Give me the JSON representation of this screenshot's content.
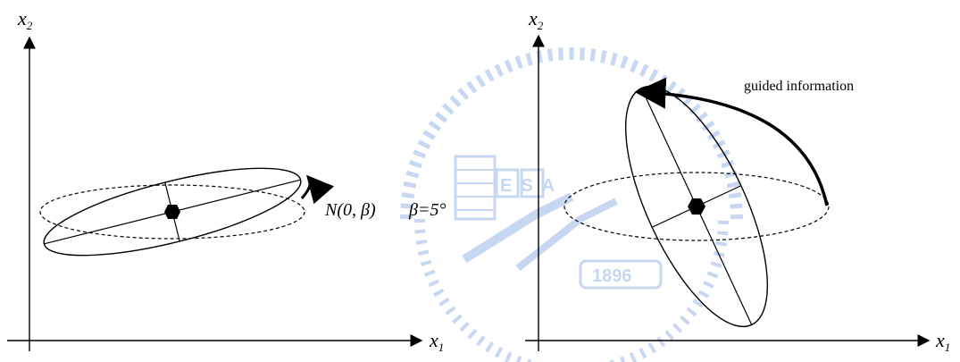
{
  "left_panel": {
    "axis_y_label": "x",
    "axis_y_sub": "2",
    "axis_x_label": "x",
    "axis_x_sub": "1",
    "distribution_label": "N(0, β)",
    "angle_label": "β=5°"
  },
  "right_panel": {
    "axis_y_label": "x",
    "axis_y_sub": "2",
    "axis_x_label": "x",
    "axis_x_sub": "1",
    "guide_label": "guided information"
  },
  "watermark": {
    "text": "1896",
    "letters": "ESA",
    "color": "#3b6fd0"
  }
}
